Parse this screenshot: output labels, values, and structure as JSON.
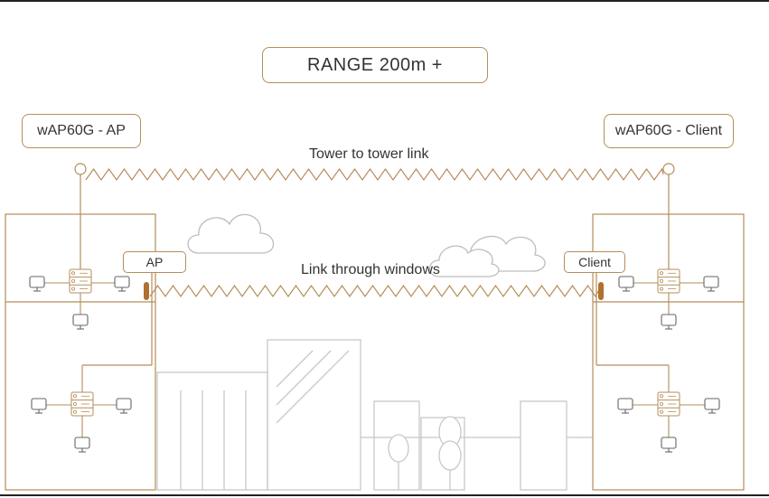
{
  "labels": {
    "range": "RANGE 200m +",
    "ap_device": "wAP60G - AP",
    "client_device": "wAP60G - Client",
    "tower_link": "Tower to tower link",
    "window_link": "Link through windows",
    "ap_window": "AP",
    "client_window": "Client"
  },
  "colors": {
    "line": "#b58d5b",
    "building": "#c8c8c8",
    "cloud": "#bdbdbd",
    "text": "#333333"
  },
  "icons": [
    "router-icon",
    "monitor-icon",
    "cloud-icon",
    "tree-icon",
    "antenna-icon"
  ]
}
